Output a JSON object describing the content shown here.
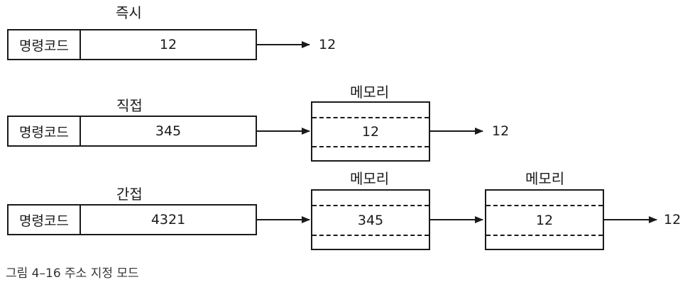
{
  "immediate": {
    "title": "즉시",
    "opcode": "명령코드",
    "operand": "12",
    "result": "12"
  },
  "direct": {
    "title": "직접",
    "opcode": "명령코드",
    "operand": "345",
    "memory_title": "메모리",
    "memory_value": "12",
    "result": "12"
  },
  "indirect": {
    "title": "간접",
    "opcode": "명령코드",
    "operand": "4321",
    "memory1_title": "메모리",
    "memory1_value": "345",
    "memory2_title": "메모리",
    "memory2_value": "12",
    "result": "12"
  },
  "caption": "그림 4–16 주소 지정 모드"
}
